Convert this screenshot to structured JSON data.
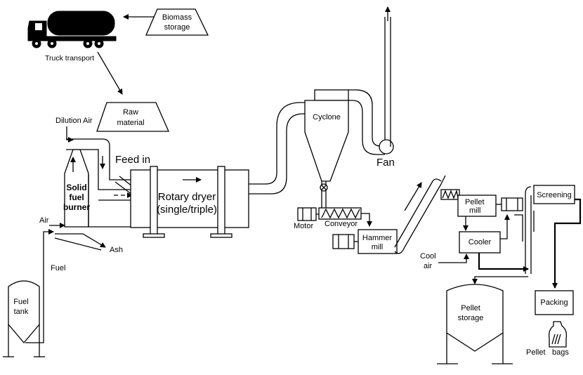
{
  "labels": {
    "biomass_storage_1": "Biomass",
    "biomass_storage_2": "storage",
    "truck_transport": "Truck  transport",
    "raw_material_1": "Raw",
    "raw_material_2": "material",
    "dilution_air": "Dilution Air",
    "solid_1": "Solid",
    "solid_2": "fuel",
    "solid_3": "burner",
    "air": "Air",
    "ash": "Ash",
    "fuel": "Fuel",
    "fuel_tank_1": "Fuel",
    "fuel_tank_2": "tank",
    "feed_in": "Feed in",
    "rotary_1": "Rotary dryer",
    "rotary_2": "(single/triple)",
    "cyclone": "Cyclone",
    "fan": "Fan",
    "motor": "Motor",
    "conveyor": "Conveyor",
    "hammer_1": "Hammer",
    "hammer_2": "mill",
    "pellet_mill_1": "Pellet",
    "pellet_mill_2": "mill",
    "screening": "Screening",
    "cooler": "Cooler",
    "cool_air_1": "Cool",
    "cool_air_2": "air",
    "packing": "Packing",
    "pellet_storage_1": "Pellet",
    "pellet_storage_2": "storage",
    "pellet_bags_1": "Pellet",
    "pellet_bags_2": "bags"
  }
}
